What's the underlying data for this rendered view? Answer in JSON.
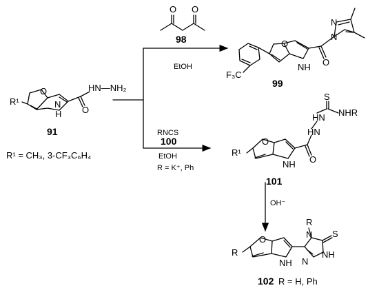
{
  "compounds": {
    "c91": {
      "label": "91",
      "substituent_note": "R¹ = CH₃, 3-CF₃C₆H₄"
    },
    "c98": {
      "label": "98"
    },
    "c99": {
      "label": "99"
    },
    "c100": {
      "label": "100",
      "formula": "RNCS"
    },
    "c101": {
      "label": "101"
    },
    "c102": {
      "label": "102",
      "substituent_note": "R = H, Ph"
    }
  },
  "atoms": {
    "hydrazide": "HN—NH₂",
    "O": "O",
    "NH": "NH",
    "H": "H",
    "N": "N",
    "S": "S",
    "R1": "R¹",
    "R": "R",
    "NHR": "NHR",
    "CF3": "F₃C",
    "HN": "HN"
  },
  "conditions": {
    "upper_solvent": "EtOH",
    "lower_solvent": "EtOH",
    "lower_r_note": "R = K⁺, Ph",
    "base": "OH⁻"
  }
}
